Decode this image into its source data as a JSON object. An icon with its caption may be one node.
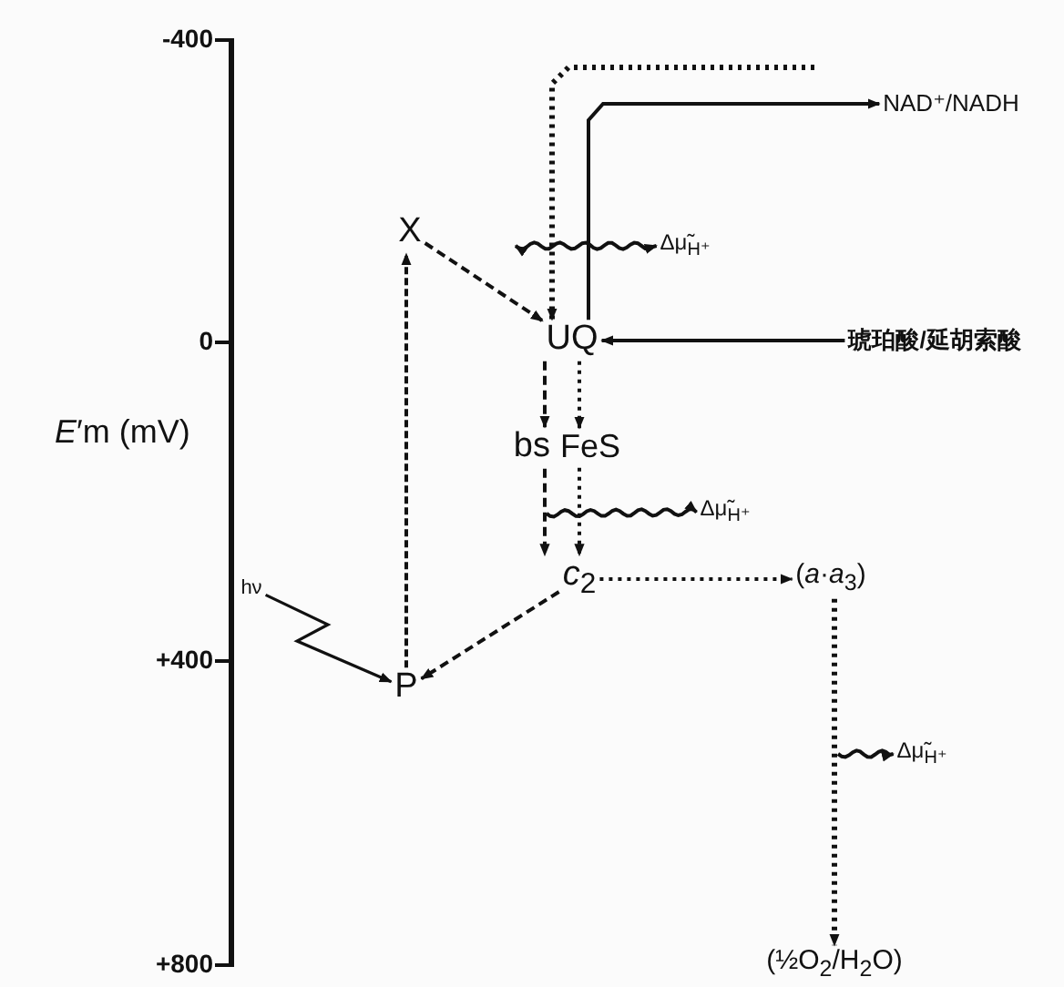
{
  "diagram": {
    "nodes": [
      {
        "text": [
          "X"
        ]
      },
      {
        "text": [
          "UQ"
        ]
      },
      {
        "text": [
          "bs"
        ]
      },
      {
        "text": [
          "FeS"
        ]
      },
      {
        "text": [
          "*c*$_{2}$"
        ]
      },
      {
        "text": [
          "P"
        ]
      },
      {
        "text": [
          "NAD⁺/NADH"
        ]
      },
      {
        "text": [
          "琥珀酸/延胡索酸"
        ]
      },
      {
        "text": [
          "(*a*·*a*$_{3}$)"
        ]
      },
      {
        "text": [
          "(½O$_{2}$/H$_{2}$O)"
        ]
      },
      {
        "text": [
          "hν"
        ]
      },
      {
        "text": [
          "Δμ̃$_{H⁺}$"
        ]
      },
      {
        "text": [
          "Δμ̃$_{H⁺}$"
        ]
      },
      {
        "text": [
          "Δμ̃$_{H⁺}$"
        ]
      }
    ],
    "edges": [
      {
        "from": 0,
        "to": 1,
        "arrow": "to",
        "style": "dashed"
      },
      {
        "from": 5,
        "to": 0,
        "arrow": "to",
        "style": "dashed"
      },
      {
        "from": null,
        "to": 1,
        "arrow": "to",
        "style": "dashed"
      },
      {
        "from": 1,
        "to": 6,
        "arrow": "to"
      },
      {
        "from": 7,
        "to": 1,
        "arrow": "to"
      },
      {
        "from": 1,
        "to": 2,
        "arrow": "to",
        "style": "dashed"
      },
      {
        "from": 1,
        "to": 3,
        "arrow": "to",
        "style": "dashed"
      },
      {
        "from": 2,
        "to": 4,
        "arrow": "to",
        "style": "dashed"
      },
      {
        "from": 3,
        "to": 4,
        "arrow": "to",
        "style": "dashed"
      },
      {
        "from": 4,
        "to": 5,
        "arrow": "to",
        "style": "dashed"
      },
      {
        "from": 4,
        "to": 8,
        "arrow": "to",
        "style": "dashed"
      },
      {
        "from": 8,
        "to": 9,
        "arrow": "to",
        "style": "dashed"
      },
      {
        "from": 10,
        "to": 5,
        "arrow": "to"
      },
      {
        "from": null,
        "to": 11,
        "arrow": "both"
      },
      {
        "from": null,
        "to": 12,
        "arrow": "to"
      },
      {
        "from": null,
        "to": 13,
        "arrow": "to"
      }
    ],
    "labels": [
      "-400",
      "0",
      "*E*′m (mV)",
      "+400",
      "+800"
    ]
  }
}
